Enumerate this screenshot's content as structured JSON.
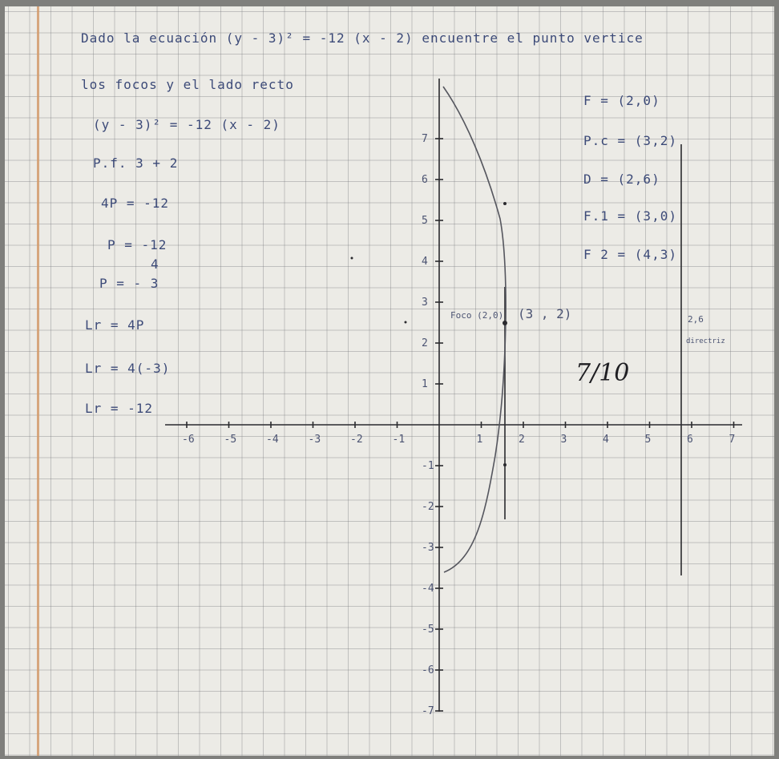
{
  "page": {
    "statement": {
      "line1": "Dado la ecuación (y - 3)² = -12 (x - 2) encuentre el punto vertice",
      "line2": "los focos y el lado recto"
    },
    "work": [
      "(y - 3)² = -12 (x - 2)",
      "P.f. 3 + 2",
      "4P = -12",
      "P = -12",
      "4",
      "P = - 3",
      "Lr = 4P",
      "Lr = 4(-3)",
      "Lr = -12"
    ],
    "results": [
      "F = (2,0)",
      "P.c = (3,2)",
      "D = (2,6)",
      "F.1 = (3,0)",
      "F 2 = (4,3)"
    ],
    "annotations": {
      "foco_label": "Foco (2,0)",
      "vertex_label": "(3 , 2)",
      "directriz_value": "2,6",
      "directriz_label": "directriz"
    },
    "grade": "7/10",
    "graph": {
      "x_ticks": [
        "-6",
        "-5",
        "-4",
        "-3",
        "-2",
        "-1",
        "1",
        "2",
        "3",
        "4",
        "5",
        "6",
        "7"
      ],
      "y_ticks": [
        "7",
        "6",
        "5",
        "4",
        "3",
        "2",
        "1",
        "-1",
        "-2",
        "-3",
        "-4",
        "-5",
        "-6",
        "-7"
      ]
    }
  },
  "colors": {
    "ink": "#3c4a78",
    "paper": "#ecebe6",
    "grid": "#8a8a90",
    "margin": "#d29a6a"
  }
}
